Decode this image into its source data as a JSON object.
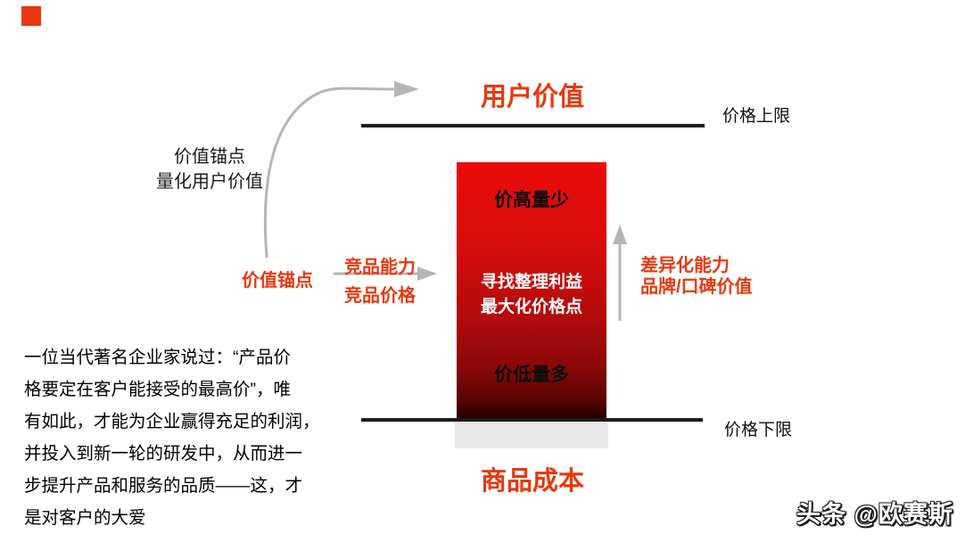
{
  "slide": {
    "title_top": "用户价值",
    "title_bottom": "商品成本",
    "price_ceiling_label": "价格上限",
    "price_floor_label": "价格下限"
  },
  "bar": {
    "top_zone": "价高量少",
    "middle_line1": "寻找整理利益",
    "middle_line2": "最大化价格点",
    "bottom_zone": "价低量多"
  },
  "annotations": {
    "anchor_note": "价值锚点\n量化用户价值",
    "anchor_label": "价值锚点",
    "competitor_line1": "竞品能力",
    "competitor_line2": "竞品价格",
    "differentiation": "差异化能力\n品牌/口碑价值"
  },
  "quote": {
    "text": "一位当代著名企业家说过：“产品价\n格要定在客户能接受的最高价”，唯\n有如此，才能为企业赢得充足的利润，\n并投入到新一轮的研发中，从而进一\n步提升产品和服务的品质——这，才\n是对客户的大爱"
  },
  "watermark": {
    "text": "头条 @欧赛斯"
  },
  "colors": {
    "accent_red": "#e8380d",
    "bar_gradient_top": "#ea0c0a",
    "bar_gradient_bottom": "#1e0000",
    "line_black": "#1d1d1b",
    "arrow_gray": "#b5b5b5",
    "shadow_gray": "#e7e7e7"
  }
}
